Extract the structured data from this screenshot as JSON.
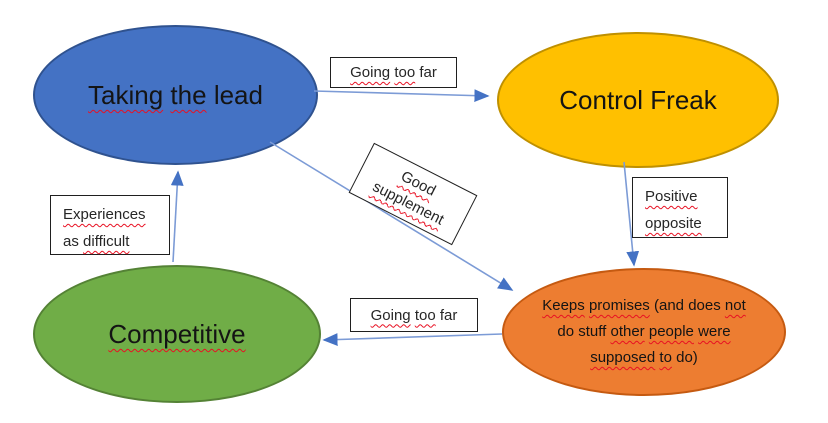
{
  "diagram": {
    "background": "#ffffff",
    "connector_color": "#7C9BD6",
    "arrowhead_color": "#4472C4",
    "spellcheck_underline_color": "#E81123",
    "nodes": [
      {
        "id": "taking-the-lead",
        "shape": "ellipse",
        "fill": "#4472C4",
        "border": "#2F528F",
        "label": "Taking the lead",
        "parts": [
          {
            "t": "Taking"
          },
          {
            "t": "the"
          },
          {
            "t": "lead"
          }
        ]
      },
      {
        "id": "control-freak",
        "shape": "ellipse",
        "fill": "#FFC000",
        "border": "#BF9000",
        "label": "Control Freak",
        "parts": [
          {
            "t": "Control Freak"
          }
        ]
      },
      {
        "id": "competitive",
        "shape": "ellipse",
        "fill": "#70AD47",
        "border": "#548235",
        "label": "Competitive",
        "parts": [
          {
            "t": "Competitive"
          }
        ]
      },
      {
        "id": "keeps-promises",
        "shape": "ellipse",
        "fill": "#ED7D31",
        "border": "#C55A11",
        "label": "Keeps promises (and does not do stuff other people were supposed to do)",
        "lines": [
          {
            "parts": [
              {
                "t": "Keeps"
              },
              {
                "t": "promises"
              },
              {
                "t": "(and"
              },
              {
                "t": "does"
              },
              {
                "t": "not"
              }
            ]
          },
          {
            "parts": [
              {
                "t": "do"
              },
              {
                "t": "stuff"
              },
              {
                "t": "other"
              },
              {
                "t": "people"
              },
              {
                "t": "were"
              }
            ]
          },
          {
            "parts": [
              {
                "t": "supposed"
              },
              {
                "t": "to"
              },
              {
                "t": "do)"
              }
            ]
          }
        ]
      }
    ],
    "edges": [
      {
        "from": "taking-the-lead",
        "to": "control-freak",
        "label": "Going too far",
        "parts": [
          {
            "t": "Going"
          },
          {
            "t": "too"
          },
          {
            "t": "far"
          }
        ]
      },
      {
        "from": "taking-the-lead",
        "to": "keeps-promises",
        "label": "Good supplement",
        "parts": [
          {
            "t": "Good"
          },
          {
            "t": "supplement"
          }
        ]
      },
      {
        "from": "control-freak",
        "to": "keeps-promises",
        "label": "Positive opposite",
        "parts": [
          {
            "t": "Positive"
          },
          {
            "t": "opposite"
          }
        ]
      },
      {
        "from": "competitive",
        "to": "taking-the-lead",
        "label": "Experiences as difficult",
        "parts": [
          {
            "t": "Experiences"
          },
          {
            "t": "as"
          },
          {
            "t": "difficult"
          }
        ]
      },
      {
        "from": "keeps-promises",
        "to": "competitive",
        "label": "Going too far",
        "parts": [
          {
            "t": "Going"
          },
          {
            "t": "too"
          },
          {
            "t": "far"
          }
        ]
      }
    ]
  }
}
